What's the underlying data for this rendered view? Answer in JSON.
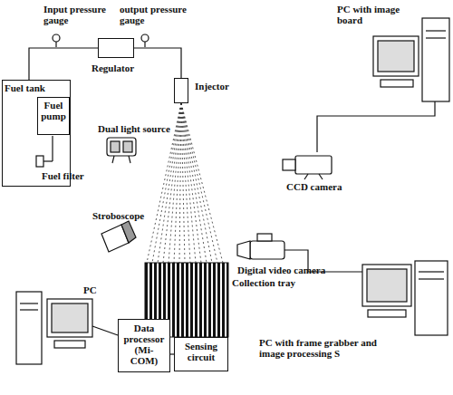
{
  "diagram": {
    "nodes": [
      {
        "text": [
          "Fuel tank"
        ]
      },
      {
        "text": [
          "Fuel pump"
        ],
        "in": 0
      },
      {
        "text": [
          "Regulator"
        ]
      },
      {
        "text": [
          "Injector"
        ]
      },
      {
        "text": [
          "Data processor (Mi-COM)"
        ]
      },
      {
        "text": [
          "Sensing circuit"
        ]
      }
    ],
    "edges": [
      {
        "from": 0,
        "to": 2,
        "arrow": "none"
      },
      {
        "from": 2,
        "to": 3,
        "arrow": "none"
      },
      {
        "from": 4,
        "to": 5,
        "arrow": "none"
      }
    ],
    "labels": [
      "Input pressure gauge",
      "output pressure gauge",
      "Fuel filter",
      "Dual light source",
      "Stroboscope",
      "PC",
      "PC with image board",
      "CCD camera",
      "Digital video camera",
      "Collection tray",
      "PC with frame grabber and image processing S"
    ]
  }
}
